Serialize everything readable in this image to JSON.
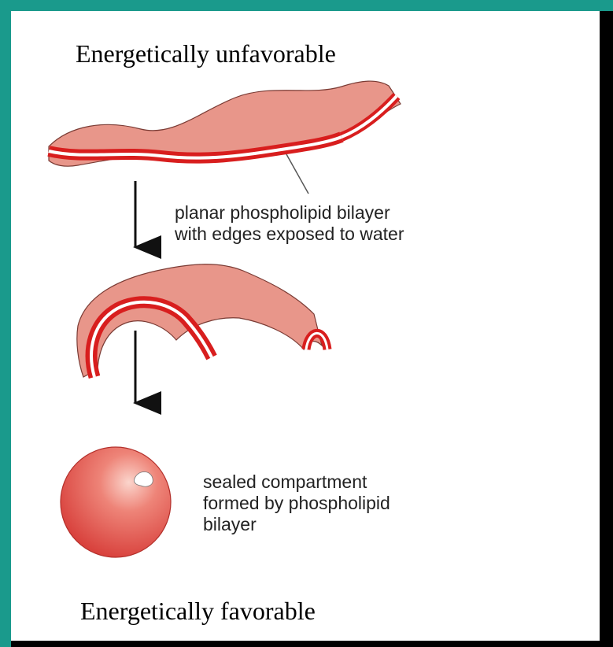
{
  "heading_top": "Energetically unfavorable",
  "heading_bottom": "Energetically favorable",
  "labels": {
    "planar": [
      "planar phospholipid bilayer",
      "with edges exposed to water"
    ],
    "sealed": [
      "sealed compartment",
      "formed by phospholipid",
      "bilayer"
    ]
  },
  "colors": {
    "frame": "#1a9a8c",
    "membrane_fill": "#e8968a",
    "membrane_edge": "#d81e1e",
    "sphere": "#e0524a"
  }
}
